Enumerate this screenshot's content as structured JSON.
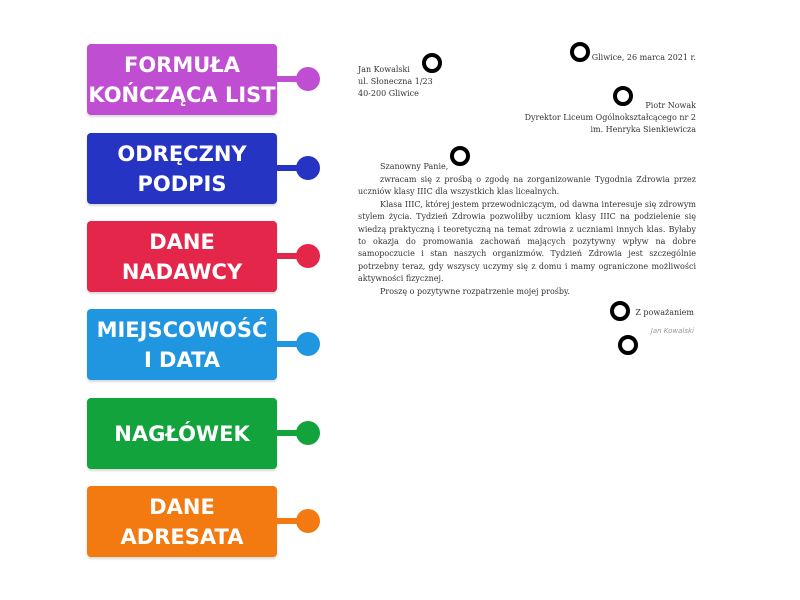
{
  "tiles": [
    {
      "label": "FORMUŁA\nKOŃCZĄCA LIST",
      "color": "#c04ed3"
    },
    {
      "label": "ODRĘCZNY\nPODPIS",
      "color": "#2634c4"
    },
    {
      "label": "DANE\nNADAWCY",
      "color": "#e3264a"
    },
    {
      "label": "MIEJSCOWOŚĆ\nI DATA",
      "color": "#2196e0"
    },
    {
      "label": "NAGŁÓWEK",
      "color": "#12a33d"
    },
    {
      "label": "DANE\nADRESATA",
      "color": "#f27a10"
    }
  ],
  "letter": {
    "sender": [
      "Jan Kowalski",
      "ul. Słoneczna 1/23",
      "40-200 Gliwice"
    ],
    "place_date": "Gliwice, 26 marca 2021 r.",
    "recipient": [
      "Piotr Nowak",
      "Dyrektor Liceum Ogólnokształcącego nr 2",
      "im. Henryka Sienkiewicza"
    ],
    "salutation": "Szanowny Panie,",
    "paragraphs": [
      "zwracam się z prośbą o zgodę na zorganizowanie Tygodnia Zdrowia przez uczniów klasy IIIC dla wszystkich klas licealnych.",
      "Klasa IIIC, której jestem przewodniczącym, od dawna interesuje się zdrowym stylem życia. Tydzień Zdrowia pozwoliłby uczniom klasy IIIC na podzielenie się wiedzą praktyczną i teoretyczną na temat zdrowia z uczniami innych klas. Byłaby to okazja do promowania zachowań mających pozytywny wpływ na dobre samopoczucie i stan naszych organizmów. Tydzień Zdrowia jest szczególnie potrzebny teraz, gdy wszyscy uczymy się z domu i mamy ograniczone możliwości aktywności fizycznej.",
      "Proszę o pozytywne rozpatrzenie mojej prośby."
    ],
    "closing": "Z poważaniem",
    "signature": "Jan Kowalski"
  }
}
